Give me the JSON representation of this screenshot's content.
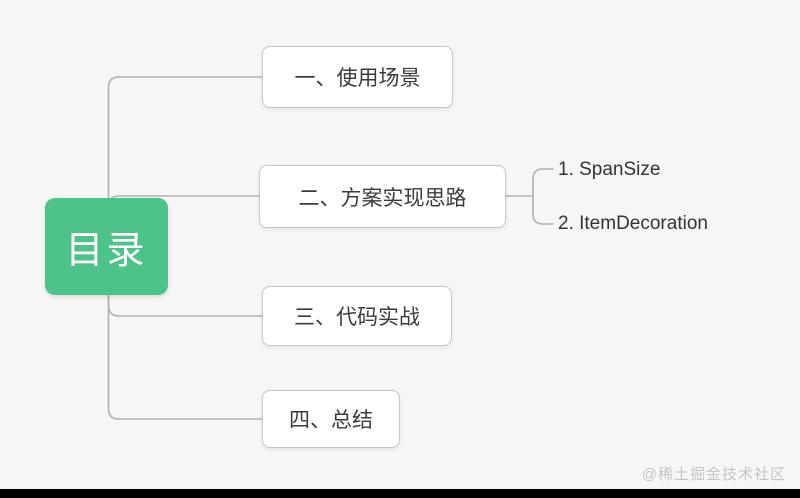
{
  "root": {
    "label": "目录"
  },
  "branches": [
    {
      "label": "一、使用场景",
      "children": []
    },
    {
      "label": "二、方案实现思路",
      "children": [
        {
          "label": "1. SpanSize"
        },
        {
          "label": "2. ItemDecoration"
        }
      ]
    },
    {
      "label": "三、代码实战",
      "children": []
    },
    {
      "label": "四、总结",
      "children": []
    }
  ],
  "watermark": {
    "text": "@稀土掘金技术社区"
  },
  "colors": {
    "background": "#f6f6f6",
    "root_bg": "#4ec389",
    "root_text": "#ffffff",
    "node_bg": "#ffffff",
    "node_border": "#c6c6c6",
    "node_text": "#3b3b3b",
    "sub_text": "#333333",
    "connector": "#b0b0b0",
    "watermark_text": "#c5c5c5",
    "bottom_bar": "#000000"
  }
}
